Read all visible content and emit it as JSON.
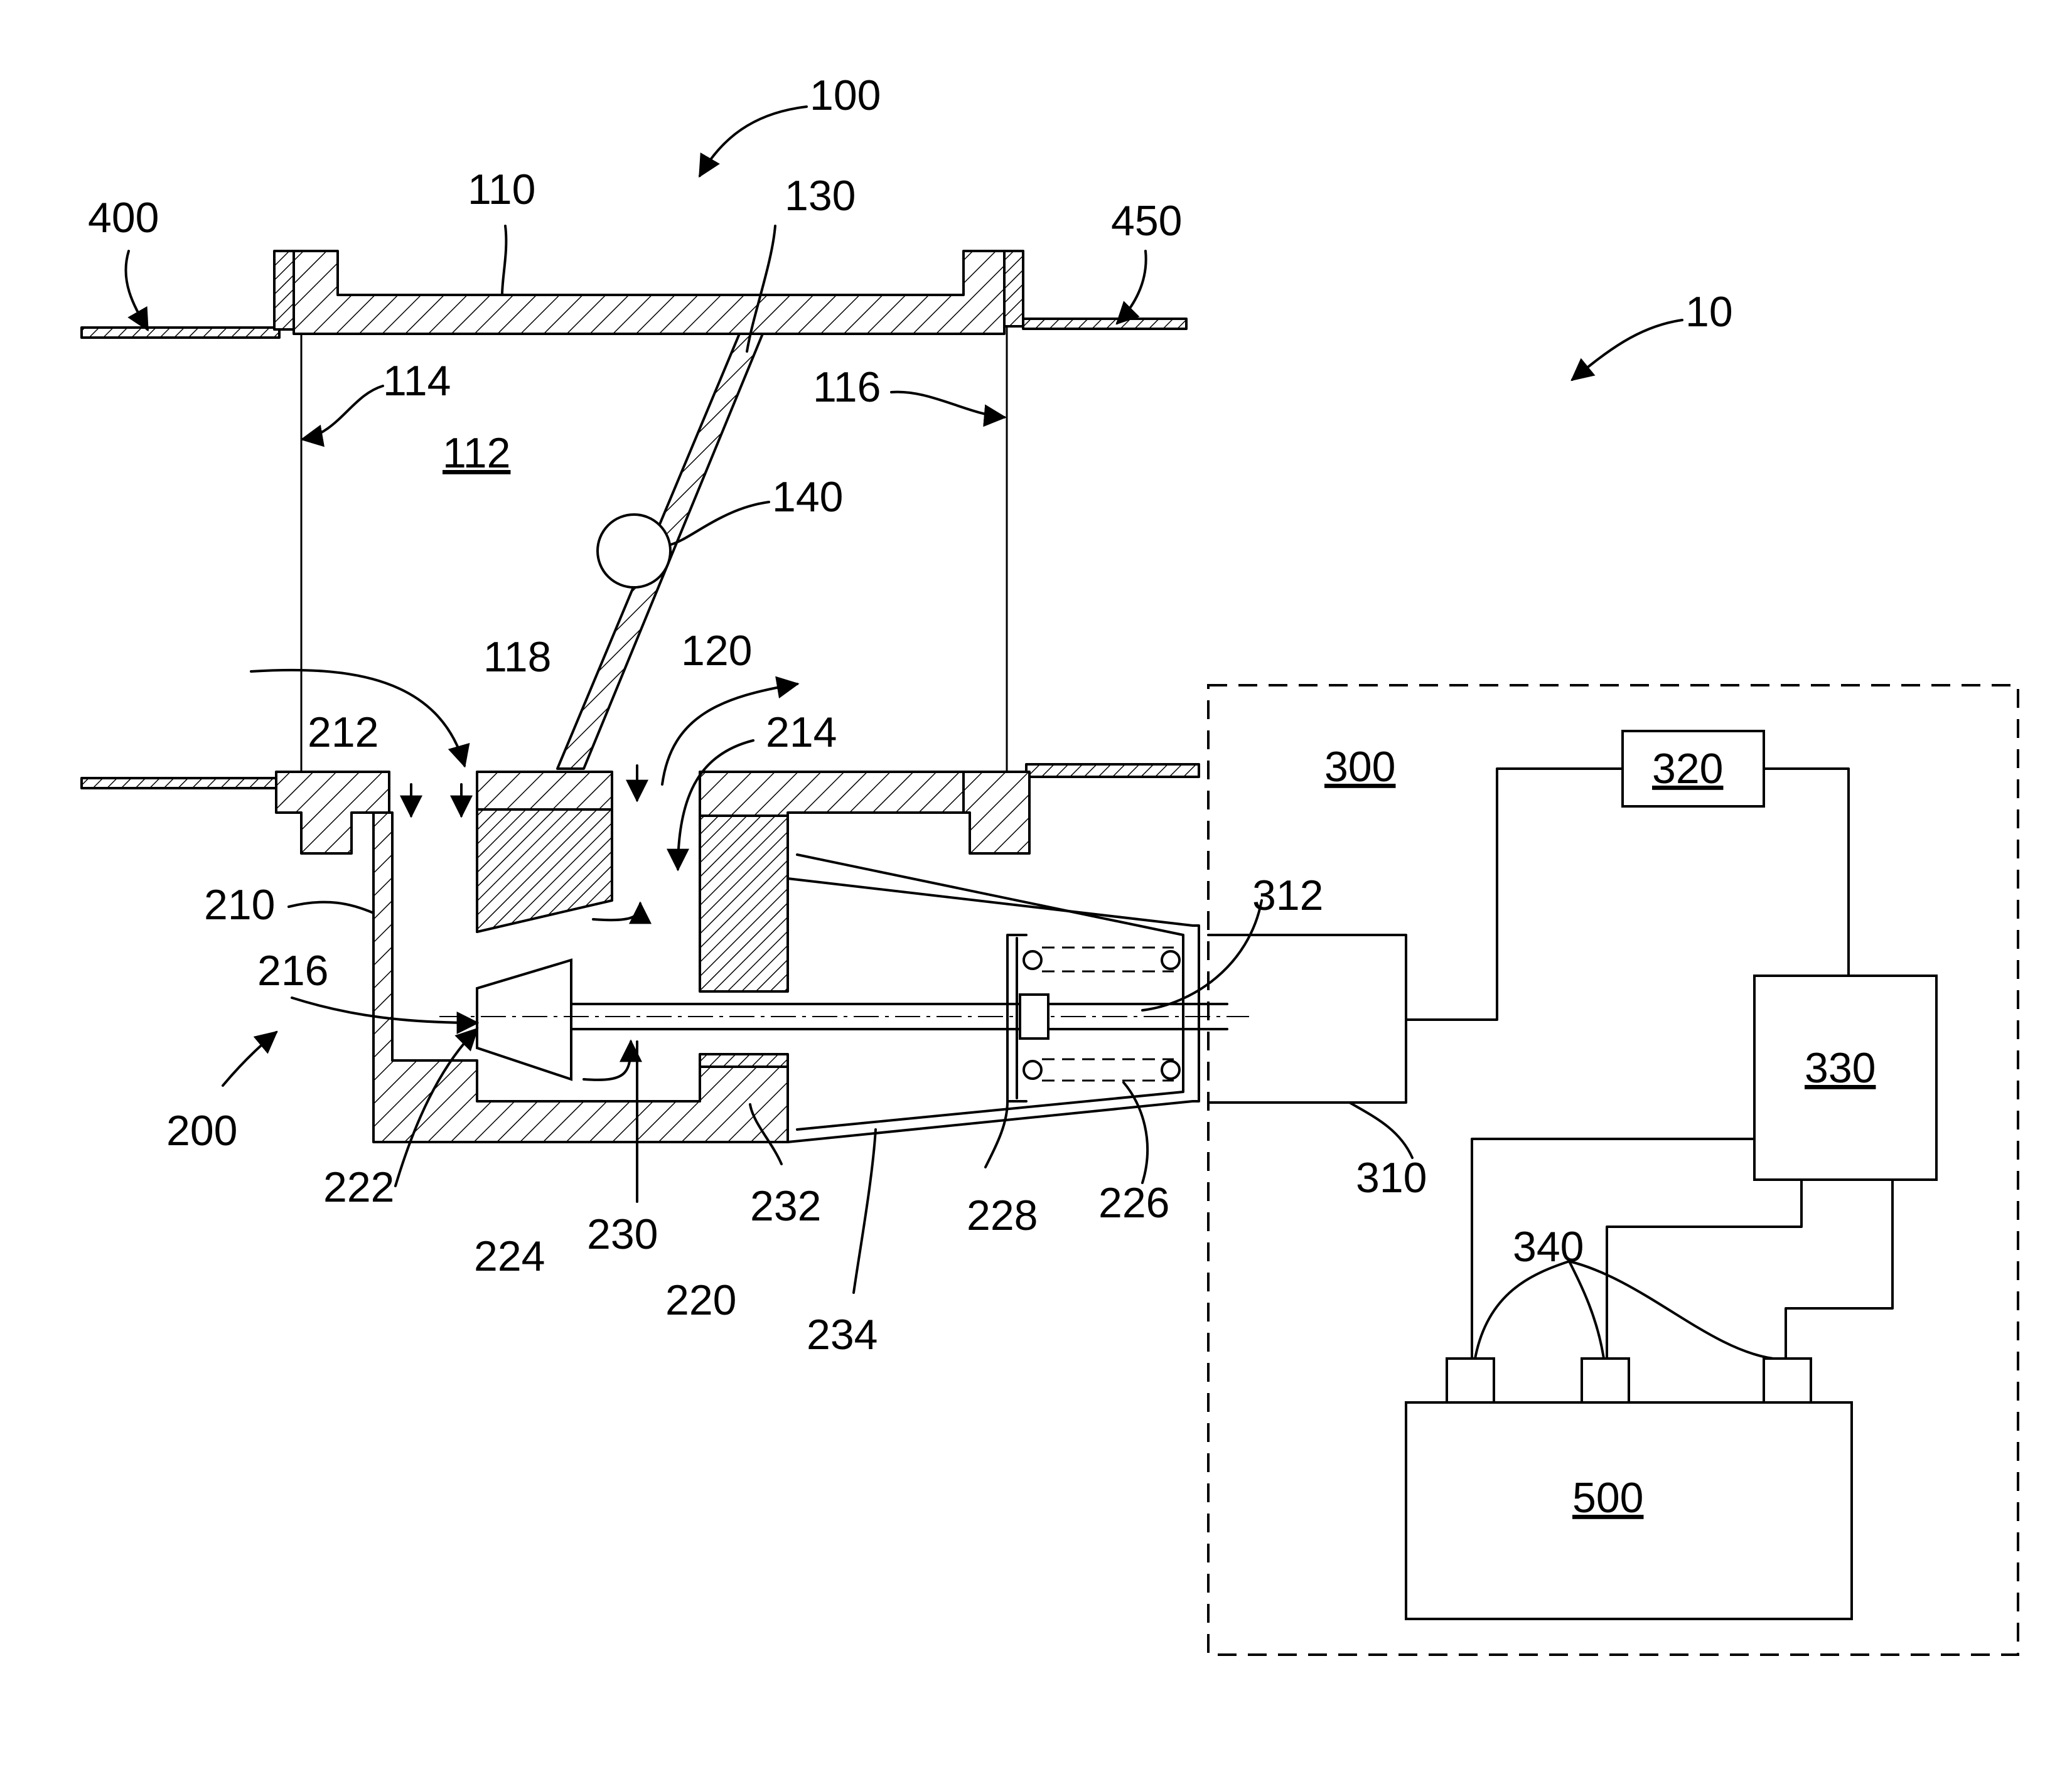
{
  "figure": {
    "labels": {
      "n10": "10",
      "n100": "100",
      "n110": "110",
      "n112": "112",
      "n114": "114",
      "n116": "116",
      "n118": "118",
      "n120": "120",
      "n130": "130",
      "n140": "140",
      "n200": "200",
      "n210": "210",
      "n212": "212",
      "n214": "214",
      "n216": "216",
      "n220": "220",
      "n222": "222",
      "n224": "224",
      "n226": "226",
      "n228": "228",
      "n230": "230",
      "n232": "232",
      "n234": "234",
      "n300": "300",
      "n310": "310",
      "n312": "312",
      "n320": "320",
      "n330": "330",
      "n340": "340",
      "n400": "400",
      "n450": "450",
      "n500": "500"
    }
  }
}
